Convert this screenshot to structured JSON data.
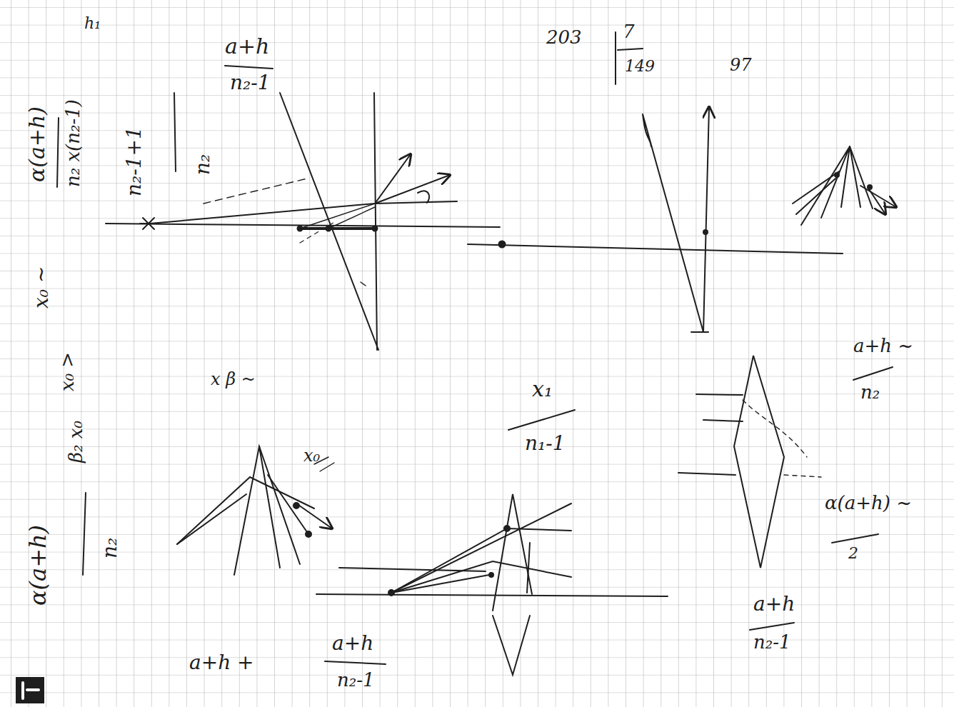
{
  "diagram": {
    "labels": [
      "α(a+h)",
      "n₂ x(n₂-1)",
      "h₁",
      "a+h",
      "n₂-1",
      "n₂-1+1",
      "n₂",
      "203",
      "7",
      "149",
      "97",
      "x₀ ~",
      "x₀ >",
      "β₂ x₀",
      "x β ~",
      "x₀",
      "α(a+h)",
      "n₂",
      "x₁",
      "n₁-1",
      "a+h ~",
      "n₂",
      "α(a+h) ~",
      "2",
      "a+h",
      "n₂-1",
      "a+h +",
      "a+h",
      "n₂-1"
    ]
  }
}
